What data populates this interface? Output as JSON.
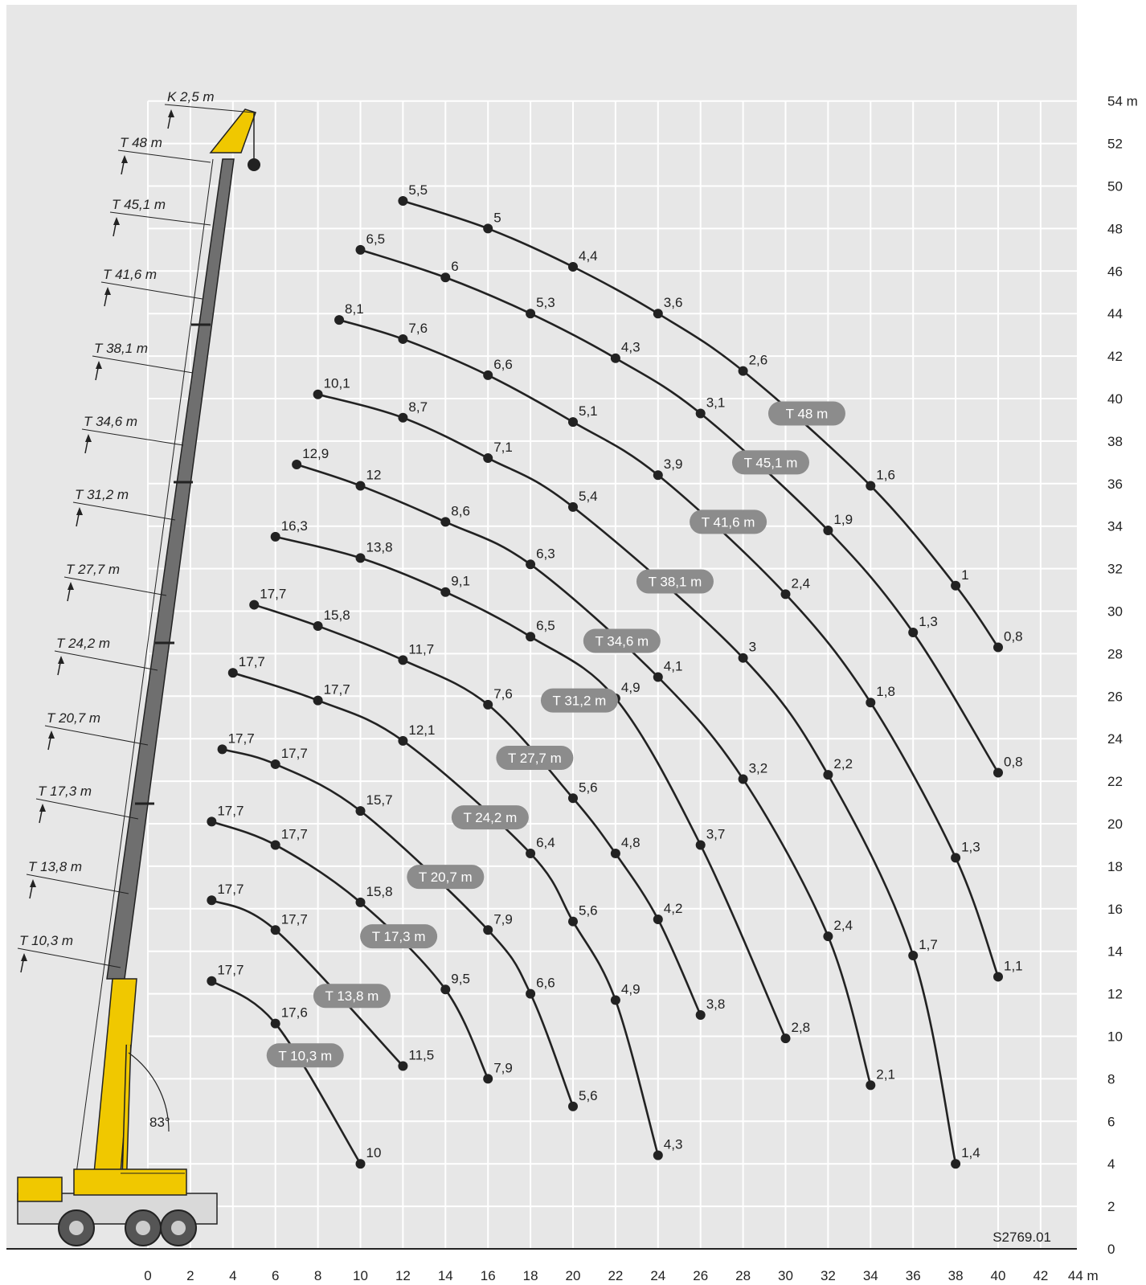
{
  "chart_data": {
    "type": "line",
    "xlabel": "",
    "ylabel": "",
    "x_unit": "m",
    "y_unit": "m",
    "xlim": [
      0,
      44
    ],
    "ylim": [
      0,
      54
    ],
    "x_ticks": [
      0,
      2,
      4,
      6,
      8,
      10,
      12,
      14,
      16,
      18,
      20,
      22,
      24,
      26,
      28,
      30,
      32,
      34,
      36,
      38,
      40,
      42,
      44
    ],
    "y_ticks": [
      0,
      2,
      4,
      6,
      8,
      10,
      12,
      14,
      16,
      18,
      20,
      22,
      24,
      26,
      28,
      30,
      32,
      34,
      36,
      38,
      40,
      42,
      44,
      46,
      48,
      50,
      52,
      54
    ],
    "x_tick_labels": [
      "0",
      "2",
      "4",
      "6",
      "8",
      "10",
      "12",
      "14",
      "16",
      "18",
      "20",
      "22",
      "24",
      "26",
      "28",
      "30",
      "32",
      "34",
      "36",
      "38",
      "40",
      "42",
      "44 m"
    ],
    "y_tick_labels": [
      "0",
      "2",
      "4",
      "6",
      "8",
      "10",
      "12",
      "14",
      "16",
      "18",
      "20",
      "22",
      "24",
      "26",
      "28",
      "30",
      "32",
      "34",
      "36",
      "38",
      "40",
      "42",
      "44",
      "46",
      "48",
      "50",
      "52",
      "54 m"
    ],
    "grid": true,
    "code": "S2769.01",
    "angle_label": "83°",
    "boom_labels": [
      "K 2,5 m",
      "T 48 m",
      "T 45,1 m",
      "T 41,6 m",
      "T 38,1 m",
      "T 34,6 m",
      "T 31,2 m",
      "T 27,7 m",
      "T 24,2 m",
      "T 20,7 m",
      "T 17,3 m",
      "T 13,8 m",
      "T 10,3 m"
    ],
    "series": [
      {
        "name": "T 48 m",
        "pill": [
          31,
          39.3
        ],
        "points": [
          [
            12,
            49.3,
            "5,5"
          ],
          [
            16,
            48,
            "5"
          ],
          [
            20,
            46.2,
            "4,4"
          ],
          [
            24,
            44,
            "3,6"
          ],
          [
            28,
            41.3,
            "2,6"
          ],
          [
            34,
            35.9,
            "1,6"
          ],
          [
            38,
            31.2,
            "1"
          ],
          [
            40,
            28.3,
            "0,8"
          ]
        ]
      },
      {
        "name": "T 45,1 m",
        "pill": [
          29.3,
          37
        ],
        "points": [
          [
            10,
            47,
            "6,5"
          ],
          [
            14,
            45.7,
            "6"
          ],
          [
            18,
            44,
            "5,3"
          ],
          [
            22,
            41.9,
            "4,3"
          ],
          [
            26,
            39.3,
            "3,1"
          ],
          [
            32,
            33.8,
            "1,9"
          ],
          [
            36,
            29,
            "1,3"
          ],
          [
            40,
            22.4,
            "0,8"
          ]
        ]
      },
      {
        "name": "T 41,6 m",
        "pill": [
          27.3,
          34.2
        ],
        "points": [
          [
            9,
            43.7,
            "8,1"
          ],
          [
            12,
            42.8,
            "7,6"
          ],
          [
            16,
            41.1,
            "6,6"
          ],
          [
            20,
            38.9,
            "5,1"
          ],
          [
            24,
            36.4,
            "3,9"
          ],
          [
            30,
            30.8,
            "2,4"
          ],
          [
            34,
            25.7,
            "1,8"
          ],
          [
            38,
            18.4,
            "1,3"
          ],
          [
            40,
            12.8,
            "1,1"
          ]
        ]
      },
      {
        "name": "T 38,1 m",
        "pill": [
          24.8,
          31.4
        ],
        "points": [
          [
            8,
            40.2,
            "10,1"
          ],
          [
            12,
            39.1,
            "8,7"
          ],
          [
            16,
            37.2,
            "7,1"
          ],
          [
            20,
            34.9,
            "5,4"
          ],
          [
            28,
            27.8,
            "3"
          ],
          [
            32,
            22.3,
            "2,2"
          ],
          [
            36,
            13.8,
            "1,7"
          ],
          [
            38,
            4,
            "1,4"
          ]
        ]
      },
      {
        "name": "T 34,6 m",
        "pill": [
          22.3,
          28.6
        ],
        "points": [
          [
            7,
            36.9,
            "12,9"
          ],
          [
            10,
            35.9,
            "12"
          ],
          [
            14,
            34.2,
            "8,6"
          ],
          [
            18,
            32.2,
            "6,3"
          ],
          [
            24,
            26.9,
            "4,1"
          ],
          [
            28,
            22.1,
            "3,2"
          ],
          [
            32,
            14.7,
            "2,4"
          ],
          [
            34,
            7.7,
            "2,1"
          ]
        ]
      },
      {
        "name": "T 31,2 m",
        "pill": [
          20.3,
          25.8
        ],
        "points": [
          [
            6,
            33.5,
            "16,3"
          ],
          [
            10,
            32.5,
            "13,8"
          ],
          [
            14,
            30.9,
            "9,1"
          ],
          [
            18,
            28.8,
            "6,5"
          ],
          [
            22,
            25.9,
            "4,9"
          ],
          [
            26,
            19,
            "3,7"
          ],
          [
            30,
            9.9,
            "2,8"
          ]
        ]
      },
      {
        "name": "T 27,7 m",
        "pill": [
          18.2,
          23.1
        ],
        "points": [
          [
            5,
            30.3,
            "17,7"
          ],
          [
            8,
            29.3,
            "15,8"
          ],
          [
            12,
            27.7,
            "11,7"
          ],
          [
            16,
            25.6,
            "7,6"
          ],
          [
            20,
            21.2,
            "5,6"
          ],
          [
            22,
            18.6,
            "4,8"
          ],
          [
            24,
            15.5,
            "4,2"
          ],
          [
            26,
            11,
            "3,8"
          ]
        ]
      },
      {
        "name": "T 24,2 m",
        "pill": [
          16.1,
          20.3
        ],
        "points": [
          [
            4,
            27.1,
            "17,7"
          ],
          [
            8,
            25.8,
            "17,7"
          ],
          [
            12,
            23.9,
            "12,1"
          ],
          [
            18,
            18.6,
            "6,4"
          ],
          [
            20,
            15.4,
            "5,6"
          ],
          [
            22,
            11.7,
            "4,9"
          ],
          [
            24,
            4.4,
            "4,3"
          ]
        ]
      },
      {
        "name": "T 20,7 m",
        "pill": [
          14,
          17.5
        ],
        "points": [
          [
            3.5,
            23.5,
            "17,7"
          ],
          [
            6,
            22.8,
            "17,7"
          ],
          [
            10,
            20.6,
            "15,7"
          ],
          [
            16,
            15,
            "7,9"
          ],
          [
            18,
            12,
            "6,6"
          ],
          [
            20,
            6.7,
            "5,6"
          ]
        ]
      },
      {
        "name": "T 17,3 m",
        "pill": [
          11.8,
          14.7
        ],
        "points": [
          [
            3,
            20.1,
            "17,7"
          ],
          [
            6,
            19,
            "17,7"
          ],
          [
            10,
            16.3,
            "15,8"
          ],
          [
            14,
            12.2,
            "9,5"
          ],
          [
            16,
            8,
            "7,9"
          ]
        ]
      },
      {
        "name": "T 13,8 m",
        "pill": [
          9.6,
          11.9
        ],
        "points": [
          [
            3,
            16.4,
            "17,7"
          ],
          [
            6,
            15,
            "17,7"
          ],
          [
            12,
            8.6,
            "11,5"
          ]
        ]
      },
      {
        "name": "T 10,3 m",
        "pill": [
          7.4,
          9.1
        ],
        "points": [
          [
            3,
            12.6,
            "17,7"
          ],
          [
            6,
            10.6,
            "17,6"
          ],
          [
            10,
            4,
            "10"
          ]
        ]
      }
    ]
  }
}
